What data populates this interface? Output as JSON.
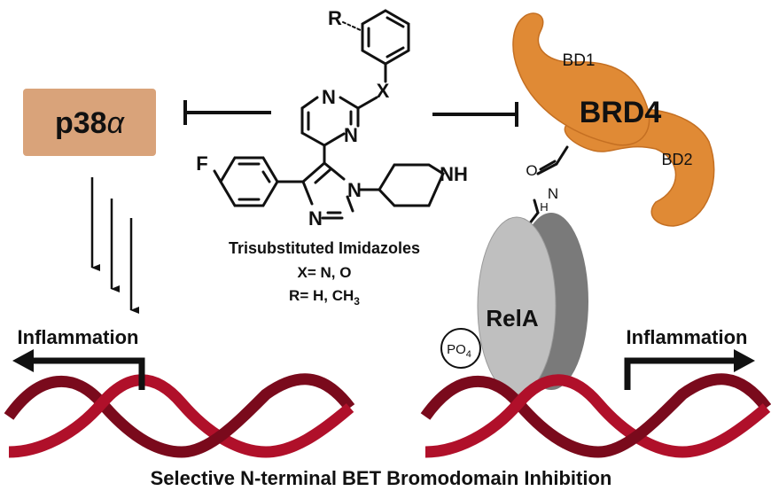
{
  "labels": {
    "p38": "p38",
    "p38_alpha": "α",
    "brd4": "BRD4",
    "bd1": "BD1",
    "bd2": "BD2",
    "rela": "RelA",
    "po4_base": "PO",
    "po4_sub": "4",
    "inflammation_left": "Inflammation",
    "inflammation_right": "Inflammation",
    "compound_name": "Trisubstituted Imidazoles",
    "x_def": "X= N, O",
    "r_def_prefix": "R= H, CH",
    "r_def_sub": "3",
    "footer": "Selective N-terminal BET Bromodomain Inhibition"
  },
  "chem_atoms": {
    "r": "R",
    "x": "X",
    "n_pyr1": "N",
    "n_pyr2": "N",
    "f": "F",
    "n_imid1": "N",
    "n_imid2": "N",
    "nh": "NH",
    "o": "O",
    "n_acetyl": "N",
    "h_acetyl": "H"
  },
  "colors": {
    "p38_box": "#d9a37a",
    "brd4": "#e08a35",
    "brd4_dark": "#c46f22",
    "dna": "#b0102a",
    "dna_dark": "#7a0a1c",
    "rela_light": "#bfbfbf",
    "rela_dark": "#7a7a7a",
    "ink": "#111111"
  }
}
